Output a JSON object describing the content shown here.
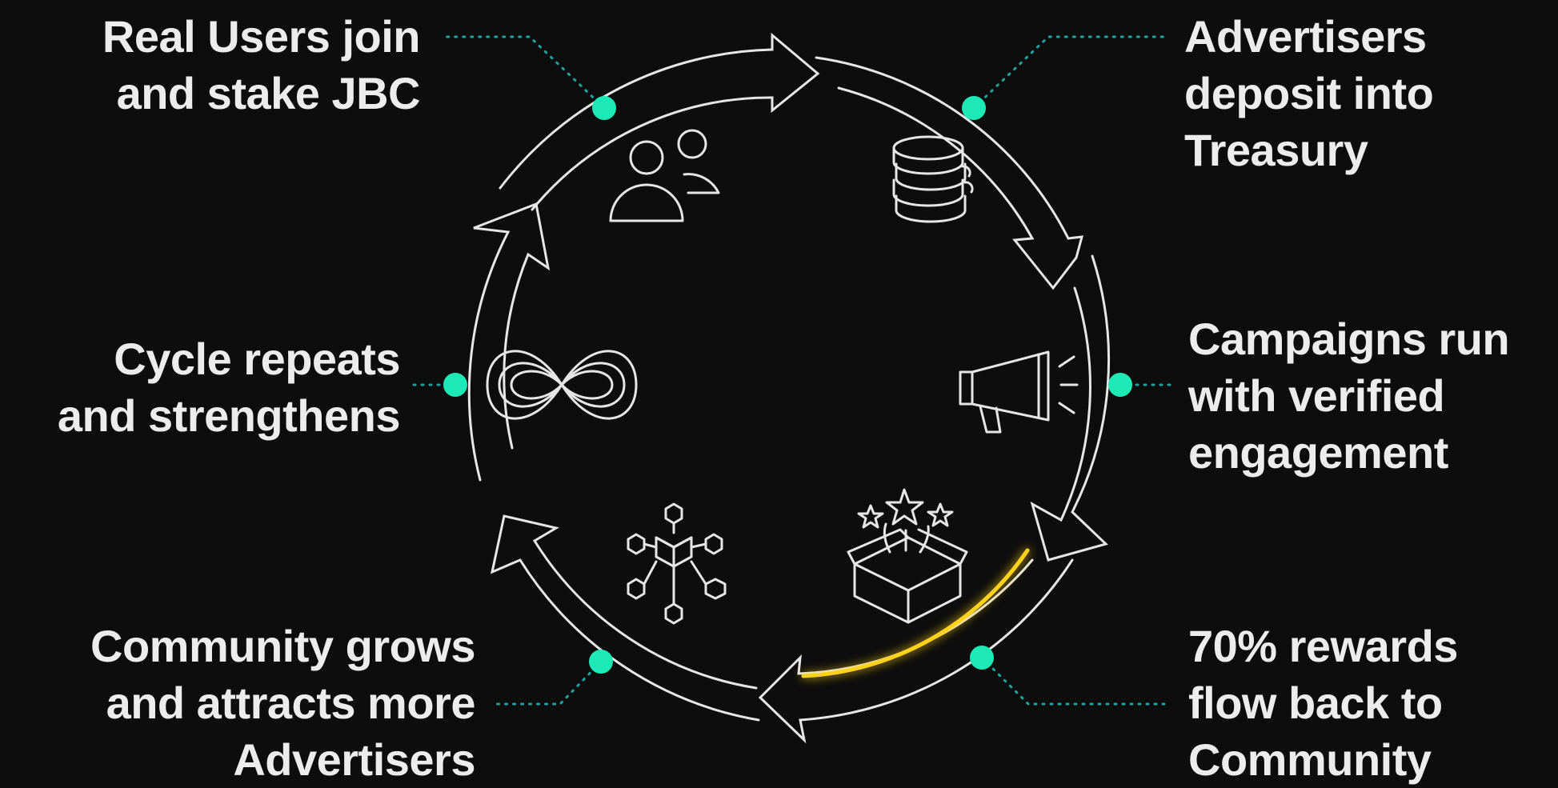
{
  "colors": {
    "background": "#0d0d0d",
    "text": "#ececec",
    "line": "#e6e6e6",
    "node": "#1de9b6",
    "connector": "#1fa2a2",
    "highlight": "#ffd21f"
  },
  "steps": [
    {
      "lines": [
        "Real Users join",
        "and stake JBC"
      ],
      "icon": "users-icon"
    },
    {
      "lines": [
        "Advertisers",
        "deposit into",
        "Treasury"
      ],
      "icon": "coins-icon"
    },
    {
      "lines": [
        "Campaigns run",
        "with verified",
        "engagement"
      ],
      "icon": "megaphone-icon"
    },
    {
      "lines": [
        "70% rewards",
        "flow back to",
        "Community"
      ],
      "icon": "gift-box-icon"
    },
    {
      "lines": [
        "Community grows",
        "and attracts more",
        "Advertisers"
      ],
      "icon": "network-icon"
    },
    {
      "lines": [
        "Cycle repeats",
        "and strengthens"
      ],
      "icon": "infinity-icon"
    }
  ]
}
